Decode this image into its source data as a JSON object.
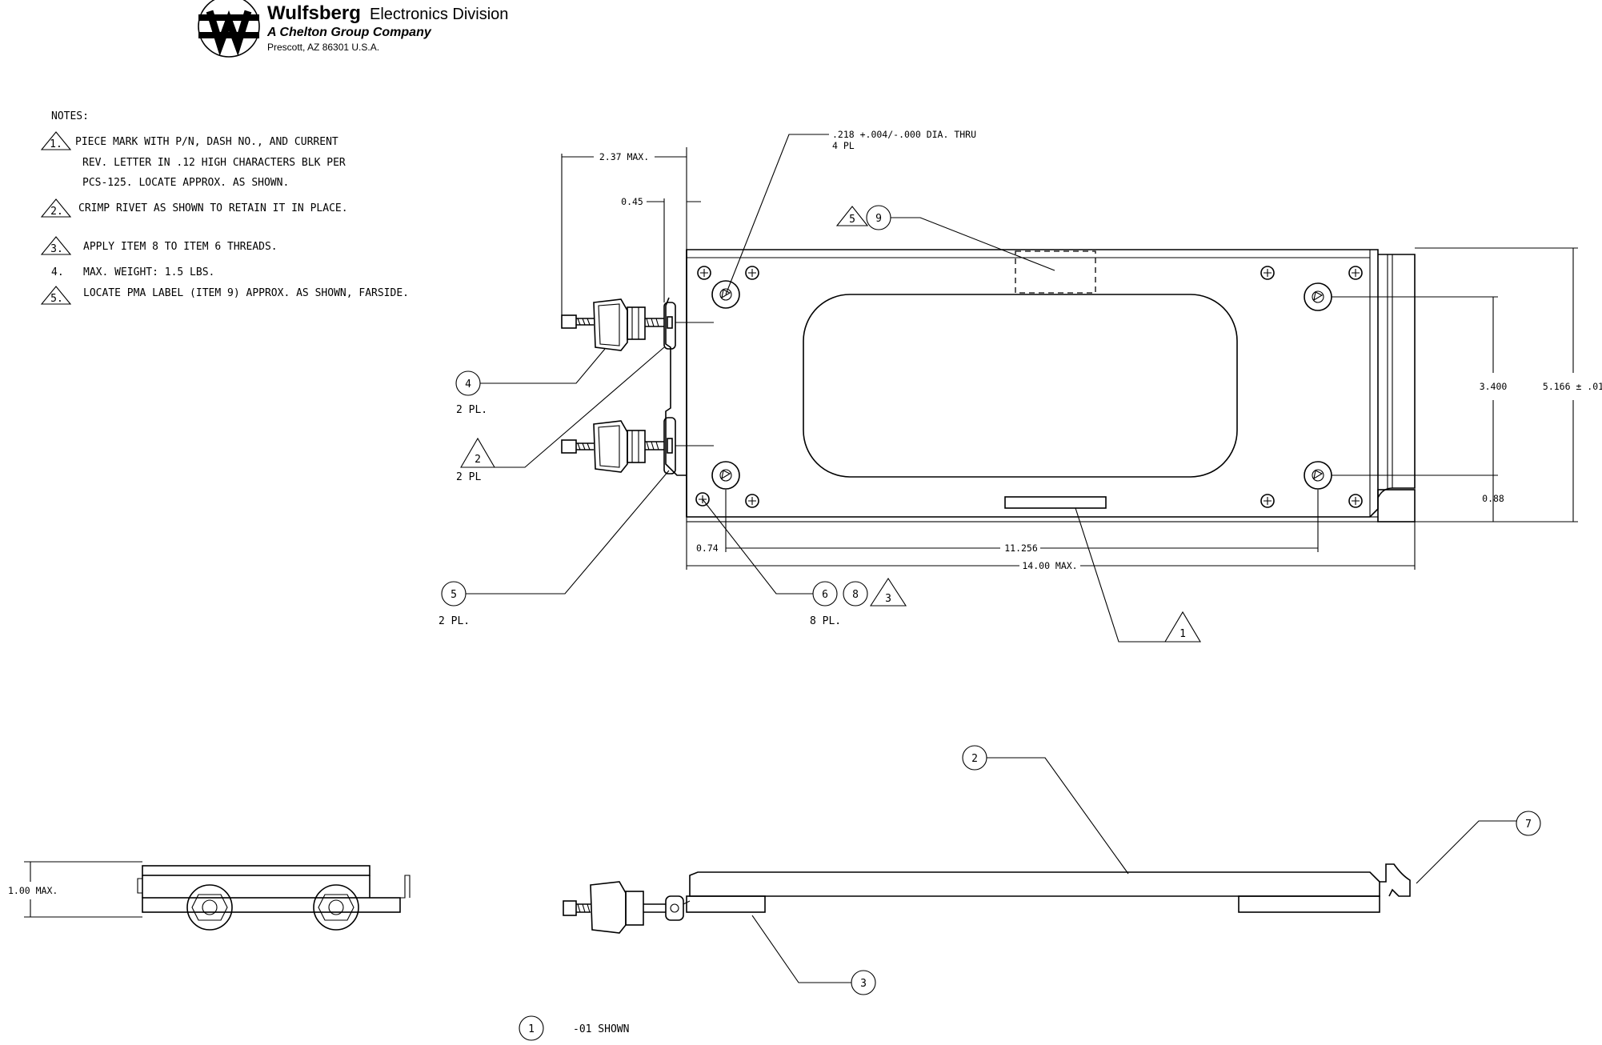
{
  "company": {
    "name": "Wulfsberg",
    "division": "Electronics Division",
    "tagline": "A Chelton Group Company",
    "address": "Prescott, AZ  86301  U.S.A.",
    "logo_letter": "W"
  },
  "notes": {
    "heading": "NOTES:",
    "items": [
      {
        "marker": "1.",
        "lines": [
          "PIECE MARK WITH P/N, DASH NO., AND CURRENT",
          "REV. LETTER IN .12 HIGH CHARACTERS BLK PER",
          "PCS-125. LOCATE APPROX. AS SHOWN."
        ]
      },
      {
        "marker": "2.",
        "lines": [
          "CRIMP RIVET AS SHOWN TO RETAIN IT IN PLACE."
        ]
      },
      {
        "marker": "3.",
        "lines": [
          "APPLY ITEM 8 TO ITEM 6 THREADS."
        ]
      },
      {
        "marker": "4.",
        "lines": [
          "MAX. WEIGHT:  1.5 LBS."
        ]
      },
      {
        "marker": "5.",
        "lines": [
          "LOCATE PMA LABEL (ITEM 9) APPROX. AS SHOWN, FARSIDE."
        ]
      }
    ]
  },
  "dimensions": {
    "width_max": "2.37 MAX.",
    "offset": "0.45",
    "hole_line1": ".218  +.004/-.000 DIA. THRU",
    "hole_line2": "4 PL",
    "hole_spacing": "3.400",
    "overall_height": "5.166  ±  .01",
    "edge_offset_right": "0.88",
    "edge_offset_left": "0.74",
    "hole_pitch": "11.256",
    "length_max": "14.00  MAX.",
    "thickness_max": "1.00  MAX."
  },
  "callouts": {
    "item_4": "4",
    "item_2": "2",
    "item_5": "5",
    "item_6": "6",
    "item_8": "8",
    "item_9": "9",
    "item_1": "1",
    "item_3": "3",
    "item_7": "7",
    "note_flag_1": "1",
    "note_flag_2": "2",
    "note_flag_3": "3",
    "note_flag_5": "5",
    "qty_2pl": "2  PL.",
    "qty_2pl_b": "2  PL",
    "qty_2pl_c": "2  PL.",
    "qty_8pl": "8  PL."
  },
  "view_note": {
    "bubble": "1",
    "text": "-01  SHOWN"
  }
}
